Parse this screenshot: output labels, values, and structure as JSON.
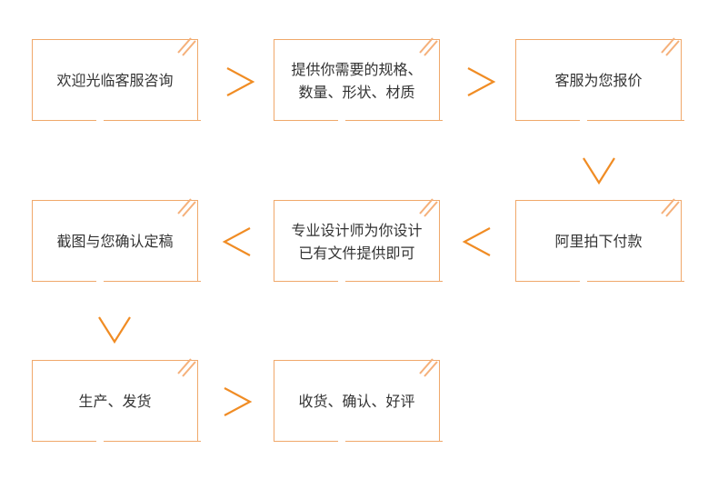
{
  "colors": {
    "border": "#f0a86a",
    "arrow": "#f08c24",
    "corner": "#f5b07a",
    "text": "#333333"
  },
  "icons": {
    "arrow": "chevron-arrow-icon",
    "corner": "corner-slash-icon"
  },
  "steps": [
    {
      "lines": [
        "欢迎光临客服咨询"
      ]
    },
    {
      "lines": [
        "提供你需要的规格、",
        "数量、形状、材质"
      ]
    },
    {
      "lines": [
        "客服为您报价"
      ]
    },
    {
      "lines": [
        "阿里拍下付款"
      ]
    },
    {
      "lines": [
        "专业设计师为你设计",
        "已有文件提供即可"
      ]
    },
    {
      "lines": [
        "截图与您确认定稿"
      ]
    },
    {
      "lines": [
        "生产、发货"
      ]
    },
    {
      "lines": [
        "收货、确认、好评"
      ]
    }
  ]
}
